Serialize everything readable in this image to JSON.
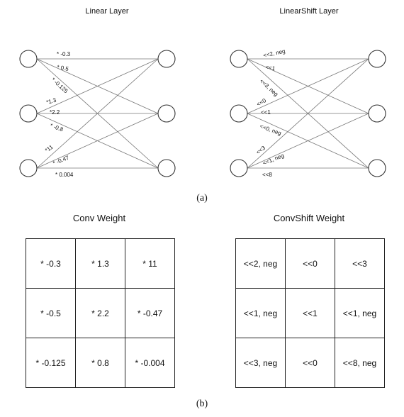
{
  "top": {
    "linear_title": "Linear Layer",
    "shift_title": "LinearShift Layer",
    "caption": "(a)",
    "linear_labels": [
      "* -0.3",
      "* 0.5",
      "* -0.125",
      "*1.3",
      "*2.2",
      "* -0.8",
      "*11",
      "* -0.47",
      "* 0.004"
    ],
    "shift_labels": [
      "<<2, neg",
      "<<1",
      "<<3, neg",
      "<<0",
      "<<1",
      "<<0, neg",
      "<<3",
      "<<1, neg",
      "<<8"
    ]
  },
  "bottom": {
    "conv_title": "Conv Weight",
    "shift_title": "ConvShift Weight",
    "caption": "(b)",
    "conv_cells": [
      [
        "* -0.3",
        "* 1.3",
        "* 11"
      ],
      [
        "* -0.5",
        "* 2.2",
        "* -0.47"
      ],
      [
        "* -0.125",
        "* 0.8",
        "* -0.004"
      ]
    ],
    "shift_cells": [
      [
        "<<2, neg",
        "<<0",
        "<<3"
      ],
      [
        "<<1, neg",
        "<<1",
        "<<1, neg"
      ],
      [
        "<<3, neg",
        "<<0",
        "<<8, neg"
      ]
    ]
  }
}
